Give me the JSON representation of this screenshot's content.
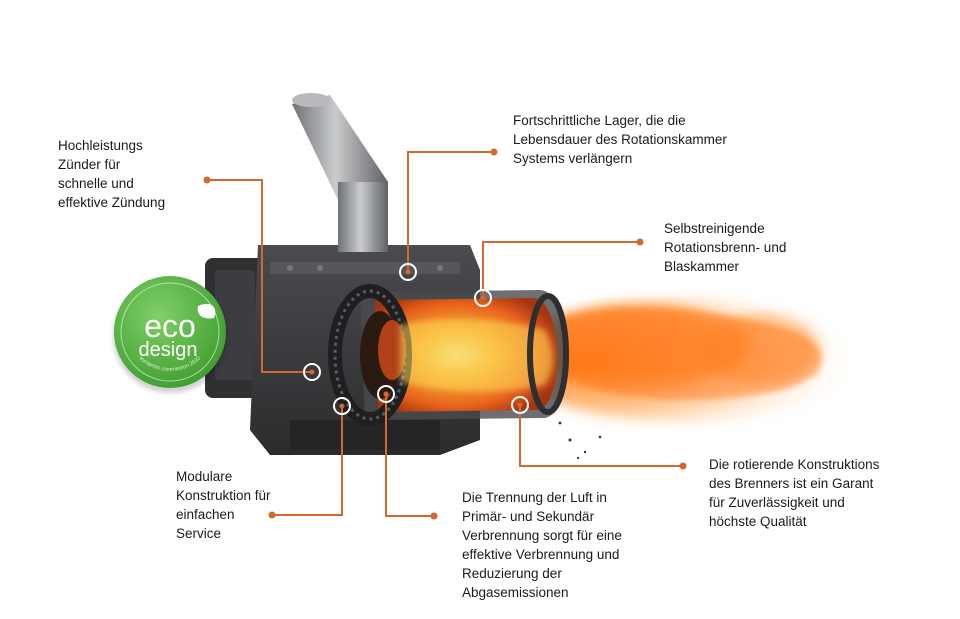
{
  "badge": {
    "line1": "eco",
    "line2": "design",
    "ring_text": "european commission 2020",
    "color": "#5bb544"
  },
  "callouts": {
    "igniter": [
      "Hochleistungs",
      "Zünder für",
      "schnelle und",
      "effektive Zündung"
    ],
    "bearings": [
      "Fortschrittliche Lager, die die",
      "Lebensdauer des Rotationskammer",
      "Systems verlängern"
    ],
    "chamber": [
      "Selbstreinigende",
      "Rotationsbrenn- und",
      "Blaskammer"
    ],
    "modular": [
      "Modulare",
      "Konstruktion für",
      "einfachen",
      "Service"
    ],
    "air": [
      "Die Trennung der Luft in",
      "Primär- und Sekundär",
      "Verbrennung sorgt für eine",
      "effektive Verbrennung und",
      "Reduzierung der",
      "Abgasemissionen"
    ],
    "rotating": [
      "Die rotierende Konstruktions",
      "des Brenners ist ein Garant",
      "für Zuverlässigkeit und",
      "höchste Qualität"
    ]
  },
  "colors": {
    "leader": "#d2692e",
    "body_dark": "#3b3b3d",
    "pipe": "#9ea1a4",
    "flame": "#ff8a1c"
  }
}
